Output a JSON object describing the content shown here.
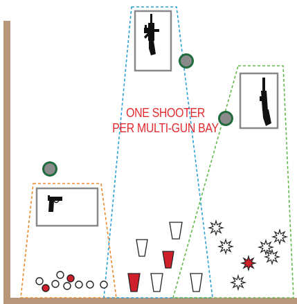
{
  "banner": {
    "line1": "ONE SHOOTER",
    "line2": "PER MULTI-GUN BAY"
  },
  "colors": {
    "wall": "#b7967a",
    "pistol_bay": "#e8892b",
    "rifle_bay": "#2a9fd6",
    "shotgun_bay": "#63b84a",
    "frame": "#888888",
    "target_red": "#cf1f2b",
    "banner_red": "#e32b2f",
    "position_marker_fill": "#8a8a8a",
    "position_marker_ring": "#1f6b3a"
  },
  "bays": [
    {
      "name": "pistol-bay",
      "weapon_icon": "pistol-icon",
      "steel_targets": "circle plates"
    },
    {
      "name": "rifle-bay",
      "weapon_icon": "rifle-icon",
      "steel_targets": "cup targets"
    },
    {
      "name": "shotgun-bay",
      "weapon_icon": "shotgun-icon",
      "steel_targets": "starburst clays"
    }
  ]
}
